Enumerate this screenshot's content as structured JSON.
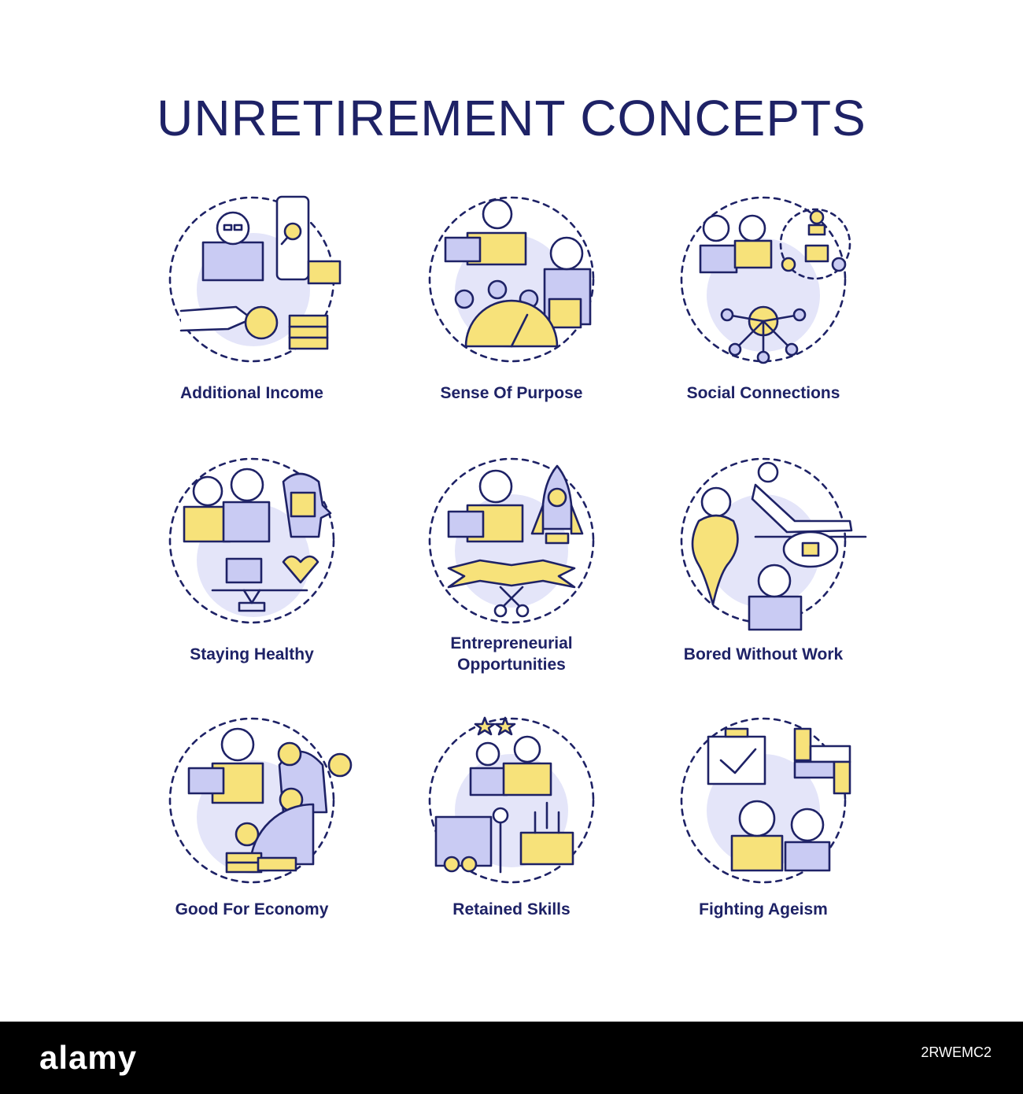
{
  "title": "UNRETIREMENT CONCEPTS",
  "colors": {
    "navy": "#1e2266",
    "yellow": "#f7e27a",
    "lavender": "#c9cbf3",
    "bubble": "#e4e5f9"
  },
  "concepts": [
    {
      "label": "Additional Income",
      "icon": "income-icon"
    },
    {
      "label": "Sense Of Purpose",
      "icon": "purpose-icon"
    },
    {
      "label": "Social Connections",
      "icon": "network-icon"
    },
    {
      "label": "Staying Healthy",
      "icon": "health-balance-icon"
    },
    {
      "label": "Entrepreneurial Opportunities",
      "icon": "startup-rocket-icon"
    },
    {
      "label": "Bored Without Work",
      "icon": "bored-icon"
    },
    {
      "label": "Good For Economy",
      "icon": "economy-icon"
    },
    {
      "label": "Retained Skills",
      "icon": "skills-icon"
    },
    {
      "label": "Fighting Ageism",
      "icon": "ageism-icon"
    }
  ],
  "footer": {
    "brand": "alamy",
    "image_id": "2RWEMC2"
  }
}
